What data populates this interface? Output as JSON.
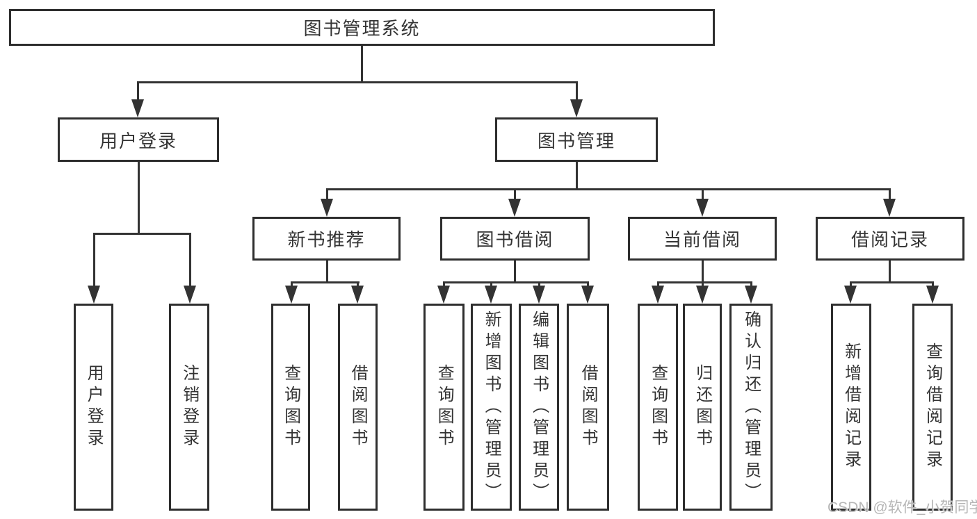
{
  "tree": {
    "root": {
      "label": "图书管理系统",
      "children": [
        {
          "label": "用户登录",
          "children": [
            {
              "label": "用户登录"
            },
            {
              "label": "注销登录"
            }
          ]
        },
        {
          "label": "图书管理",
          "children": [
            {
              "label": "新书推荐",
              "children": [
                {
                  "label": "查询图书"
                },
                {
                  "label": "借阅图书"
                }
              ]
            },
            {
              "label": "图书借阅",
              "children": [
                {
                  "label": "查询图书"
                },
                {
                  "label": "新增图书（管理员）"
                },
                {
                  "label": "编辑图书（管理员）"
                },
                {
                  "label": "借阅图书"
                }
              ]
            },
            {
              "label": "当前借阅",
              "children": [
                {
                  "label": "查询图书"
                },
                {
                  "label": "归还图书"
                },
                {
                  "label": "确认归还（管理员）"
                }
              ]
            },
            {
              "label": "借阅记录",
              "children": [
                {
                  "label": "新增借阅记录"
                },
                {
                  "label": "查询借阅记录"
                }
              ]
            }
          ]
        }
      ]
    }
  },
  "watermark": {
    "text": "CSDN @软件_小贺同学"
  },
  "colors": {
    "line": "#333333",
    "box_border": "#2e2e2e",
    "text": "#333333",
    "watermark": "#b6b6b6",
    "background": "#ffffff"
  }
}
